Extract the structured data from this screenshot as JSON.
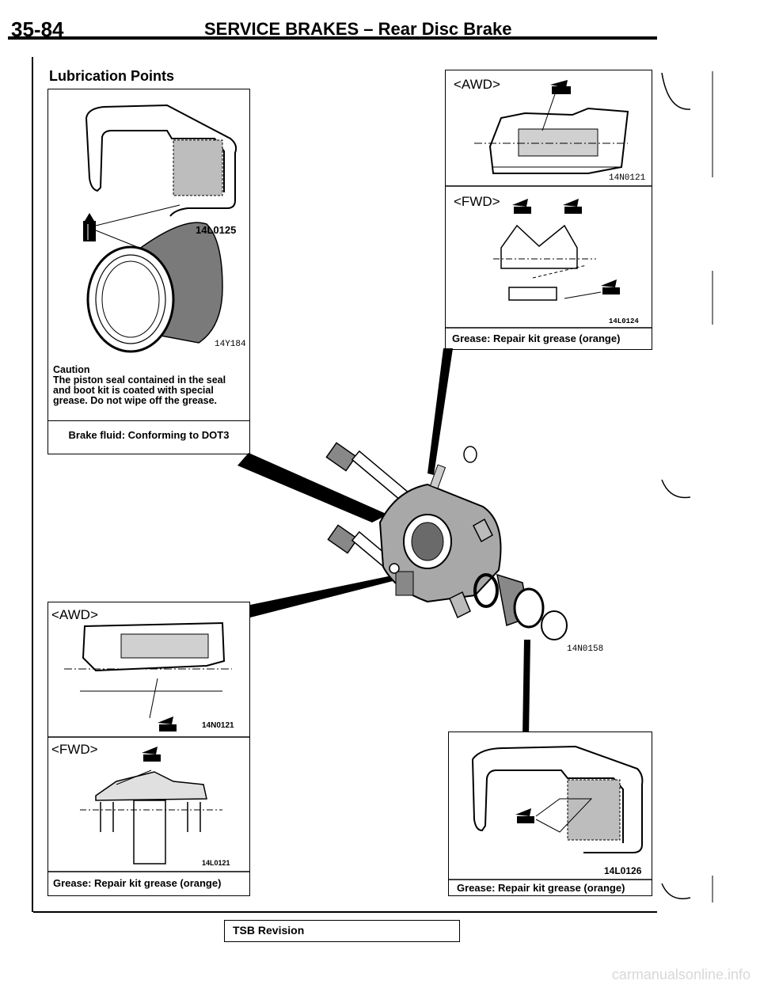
{
  "header": {
    "page_number": "35-84",
    "title": "SERVICE BRAKES – Rear Disc Brake"
  },
  "section_title": "Lubrication Points",
  "top_left_panel": {
    "fig_code_1": "14L0125",
    "fig_code_2": "14Y184",
    "caution_heading": "Caution",
    "caution_text": "The piston seal contained in the seal and boot kit is coated with special grease. Do not wipe off the grease.",
    "fluid_caption": "Brake fluid: Conforming to DOT3"
  },
  "top_right_panel": {
    "label_awd": "<AWD>",
    "fig_code_awd": "14N0121",
    "label_fwd": "<FWD>",
    "fig_code_fwd": "14L0124",
    "caption": "Grease: Repair kit grease (orange)"
  },
  "center": {
    "fig_code": "14N0158"
  },
  "bottom_left_panel": {
    "label_awd": "<AWD>",
    "fig_code_awd": "14N0121",
    "label_fwd": "<FWD>",
    "fig_code_fwd": "14L0121",
    "caption": "Grease: Repair kit grease (orange)"
  },
  "bottom_right_panel": {
    "fig_code": "14L0126",
    "caption": "Grease: Repair kit grease (orange)"
  },
  "footer": {
    "tsb_label": "TSB Revision"
  },
  "watermark": "carmanualsonline.info"
}
